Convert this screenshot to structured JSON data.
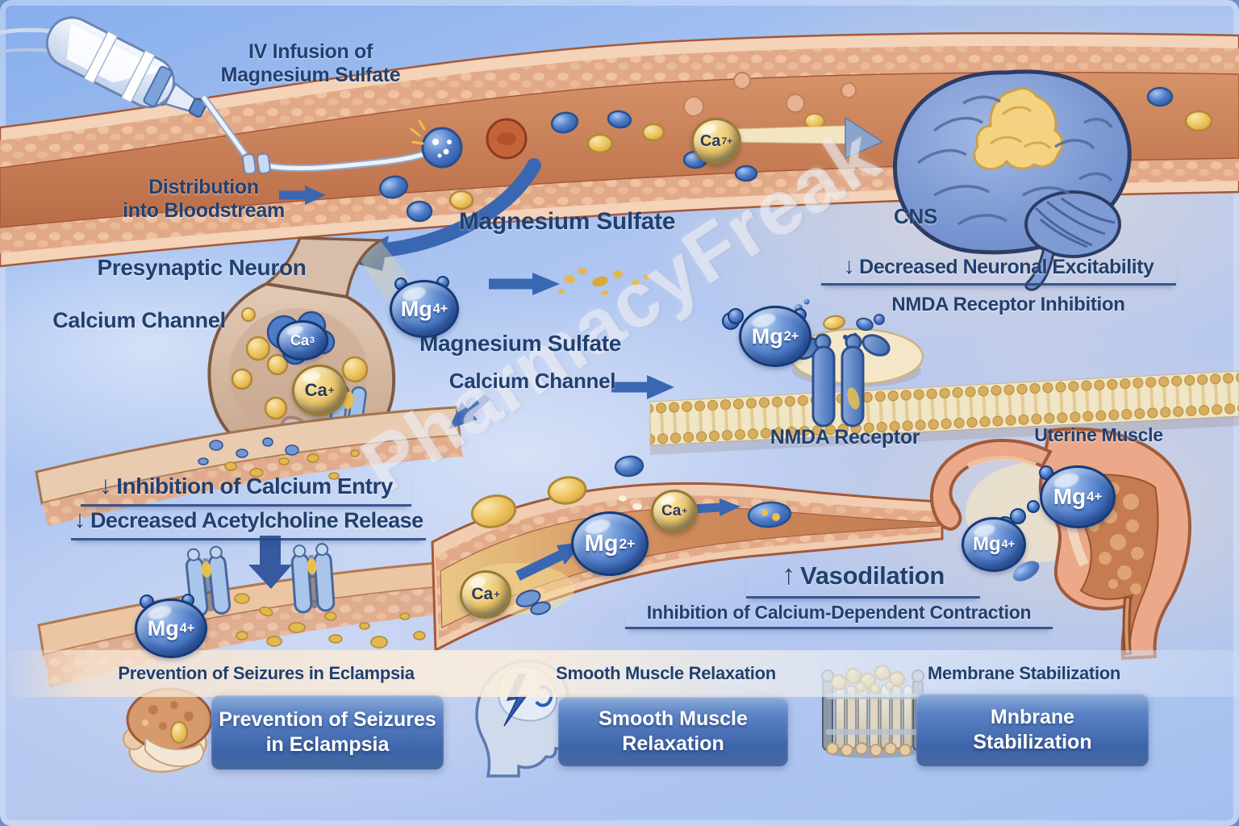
{
  "watermark": "PharmacyFreak",
  "palette": {
    "text_navy": "#21406f",
    "mg_bubble_blue": "#2a55a0",
    "ca_bubble_gold": "#ecc25c",
    "banner_blue": "#3d64a9",
    "vessel_salmon": "#d89068",
    "background_blue": "#b5c9f1"
  },
  "labels": {
    "iv1": "IV Infusion of",
    "iv2": "Magnesium Sulfate",
    "dist1": "Distribution",
    "dist2": "into Bloodstream",
    "mgso4_main": "Magnesium Sulfate",
    "cns": "CNS",
    "presynaptic": "Presynaptic Neuron",
    "ca_channel_left": "Calcium Channel",
    "mgso4_mid": "Magnesium Sulfate",
    "ca_channel_mid": "Calcium Channel",
    "excit_arrow": "↓",
    "excit": "Decreased Neuronal Excitability",
    "nmda_inhib": "NMDA Receptor Inhibition",
    "nmda_receptor": "NMDA Receptor",
    "uterine": "Uterine Muscle",
    "entry_arrow": "↓",
    "entry": "Inhibition of Calcium Entry",
    "ach_arrow": "↓",
    "ach": "Decreased Acetylcholine Release",
    "vaso_arrow": "↑",
    "vaso": "Vasodilation",
    "contraction": "Inhibition of Calcium-Dependent Contraction"
  },
  "ions": {
    "ca_vessel_top": {
      "base": "Ca",
      "sup": "7+"
    },
    "mg_synapse": {
      "base": "Mg",
      "sup": "4+"
    },
    "ca_cluster": {
      "base": "Ca",
      "sup": "3"
    },
    "ca_synapse": {
      "base": "Ca",
      "sup": "+"
    },
    "mg_nmda": {
      "base": "Mg",
      "sup": "2+"
    },
    "mg_vessel": {
      "base": "Mg",
      "sup": "2+"
    },
    "ca_vessel_left": {
      "base": "Ca",
      "sup": "+"
    },
    "ca_vessel_right": {
      "base": "Ca",
      "sup": "+"
    },
    "mg_membrane": {
      "base": "Mg",
      "sup": "4+"
    },
    "mg_uterus_large": {
      "base": "Mg",
      "sup": "4+"
    },
    "mg_uterus_small": {
      "base": "Mg",
      "sup": "4+"
    }
  },
  "footer": {
    "sections": [
      {
        "heading": "Prevention of Seizures in Eclampsia",
        "line1": "Prevention of Seizures",
        "line2": "in Eclampsia"
      },
      {
        "heading": "Smooth Muscle Relaxation",
        "line1": "Smooth Muscle",
        "line2": "Relaxation"
      },
      {
        "heading": "Membrane Stabilization",
        "line1": "Mnbrane",
        "line2": "Stabilization"
      }
    ]
  }
}
